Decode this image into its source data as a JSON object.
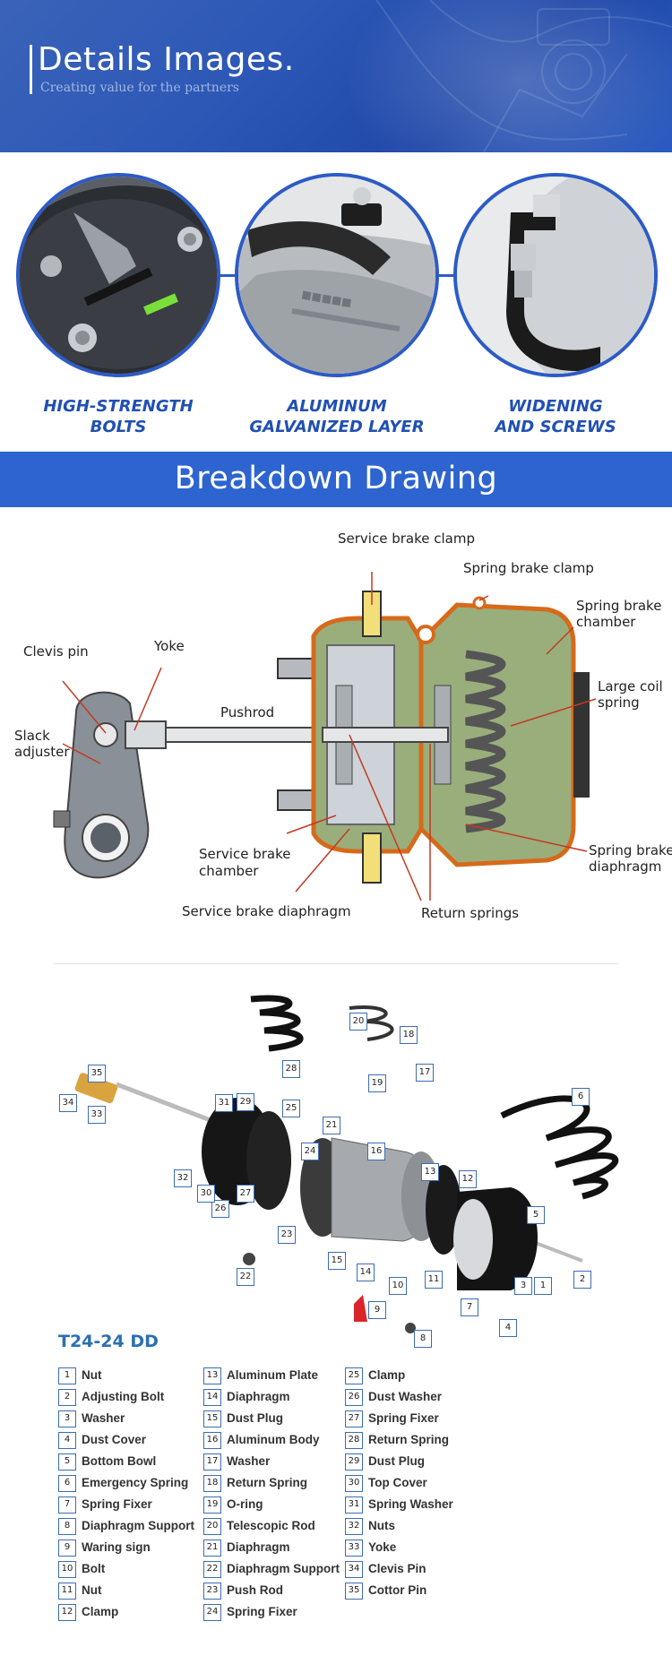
{
  "header": {
    "title": "Details Images.",
    "subtitle": "Creating value for the partners"
  },
  "details": [
    {
      "caption_line1": "HIGH-STRENGTH",
      "caption_line2": "BOLTS"
    },
    {
      "caption_line1": "ALUMINUM",
      "caption_line2": "GALVANIZED LAYER"
    },
    {
      "caption_line1": "WIDENING",
      "caption_line2": "AND SCREWS"
    }
  ],
  "breakdown": {
    "heading": "Breakdown Drawing",
    "labels": {
      "service_brake_clamp": "Service brake clamp",
      "spring_brake_clamp": "Spring brake clamp",
      "spring_brake_chamber_1": "Spring brake",
      "spring_brake_chamber_2": "chamber",
      "large_coil_spring_1": "Large coil",
      "large_coil_spring_2": "spring",
      "clevis_pin": "Clevis pin",
      "yoke": "Yoke",
      "pushrod": "Pushrod",
      "slack_adjuster_1": "Slack",
      "slack_adjuster_2": "adjuster",
      "service_brake_chamber_1": "Service brake",
      "service_brake_chamber_2": "chamber",
      "service_brake_diaphragm": "Service brake diaphragm",
      "return_springs": "Return springs",
      "spring_brake_diaphragm_1": "Spring brake",
      "spring_brake_diaphragm_2": "diaphragm"
    }
  },
  "exploded": {
    "callouts": [
      "1",
      "2",
      "3",
      "4",
      "5",
      "6",
      "7",
      "8",
      "9",
      "10",
      "11",
      "12",
      "13",
      "14",
      "15",
      "16",
      "17",
      "18",
      "19",
      "20",
      "21",
      "22",
      "23",
      "24",
      "25",
      "26",
      "27",
      "28",
      "29",
      "30",
      "31",
      "32",
      "33",
      "34",
      "35"
    ]
  },
  "model": "T24-24 DD",
  "parts": [
    {
      "num": "1",
      "name": "Nut"
    },
    {
      "num": "2",
      "name": "Adjusting Bolt"
    },
    {
      "num": "3",
      "name": "Washer"
    },
    {
      "num": "4",
      "name": "Dust Cover"
    },
    {
      "num": "5",
      "name": "Bottom Bowl"
    },
    {
      "num": "6",
      "name": "Emergency Spring"
    },
    {
      "num": "7",
      "name": "Spring Fixer"
    },
    {
      "num": "8",
      "name": "Diaphragm Support"
    },
    {
      "num": "9",
      "name": "Waring sign"
    },
    {
      "num": "10",
      "name": "Bolt"
    },
    {
      "num": "11",
      "name": "Nut"
    },
    {
      "num": "12",
      "name": "Clamp"
    },
    {
      "num": "13",
      "name": "Aluminum Plate"
    },
    {
      "num": "14",
      "name": "Diaphragm"
    },
    {
      "num": "15",
      "name": "Dust Plug"
    },
    {
      "num": "16",
      "name": "Aluminum Body"
    },
    {
      "num": "17",
      "name": "Washer"
    },
    {
      "num": "18",
      "name": "Return Spring"
    },
    {
      "num": "19",
      "name": "O-ring"
    },
    {
      "num": "20",
      "name": "Telescopic Rod"
    },
    {
      "num": "21",
      "name": "Diaphragm"
    },
    {
      "num": "22",
      "name": "Diaphragm Support"
    },
    {
      "num": "23",
      "name": "Push Rod"
    },
    {
      "num": "24",
      "name": "Spring Fixer"
    },
    {
      "num": "25",
      "name": "Clamp"
    },
    {
      "num": "26",
      "name": "Dust Washer"
    },
    {
      "num": "27",
      "name": "Spring Fixer"
    },
    {
      "num": "28",
      "name": "Return Spring"
    },
    {
      "num": "29",
      "name": "Dust Plug"
    },
    {
      "num": "30",
      "name": "Top Cover"
    },
    {
      "num": "31",
      "name": "Spring Washer"
    },
    {
      "num": "32",
      "name": "Nuts"
    },
    {
      "num": "33",
      "name": "Yoke"
    },
    {
      "num": "34",
      "name": "Clevis Pin"
    },
    {
      "num": "35",
      "name": "Cottor Pin"
    }
  ]
}
